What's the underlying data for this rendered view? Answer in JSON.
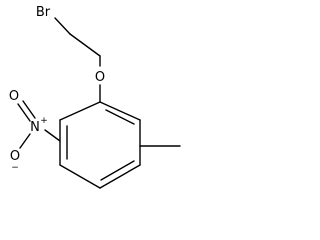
{
  "molecule": {
    "atoms": {
      "bromine": "Br",
      "ether_oxygen": "O",
      "nitro_nitrogen": "N",
      "nitro_n_charge": "+",
      "nitro_oxygen_top": "O",
      "nitro_oxygen_bottom": "O",
      "nitro_o_charge": "−"
    }
  },
  "colors": {
    "bond": "#000000",
    "label": "#000000",
    "background": "#ffffff"
  }
}
